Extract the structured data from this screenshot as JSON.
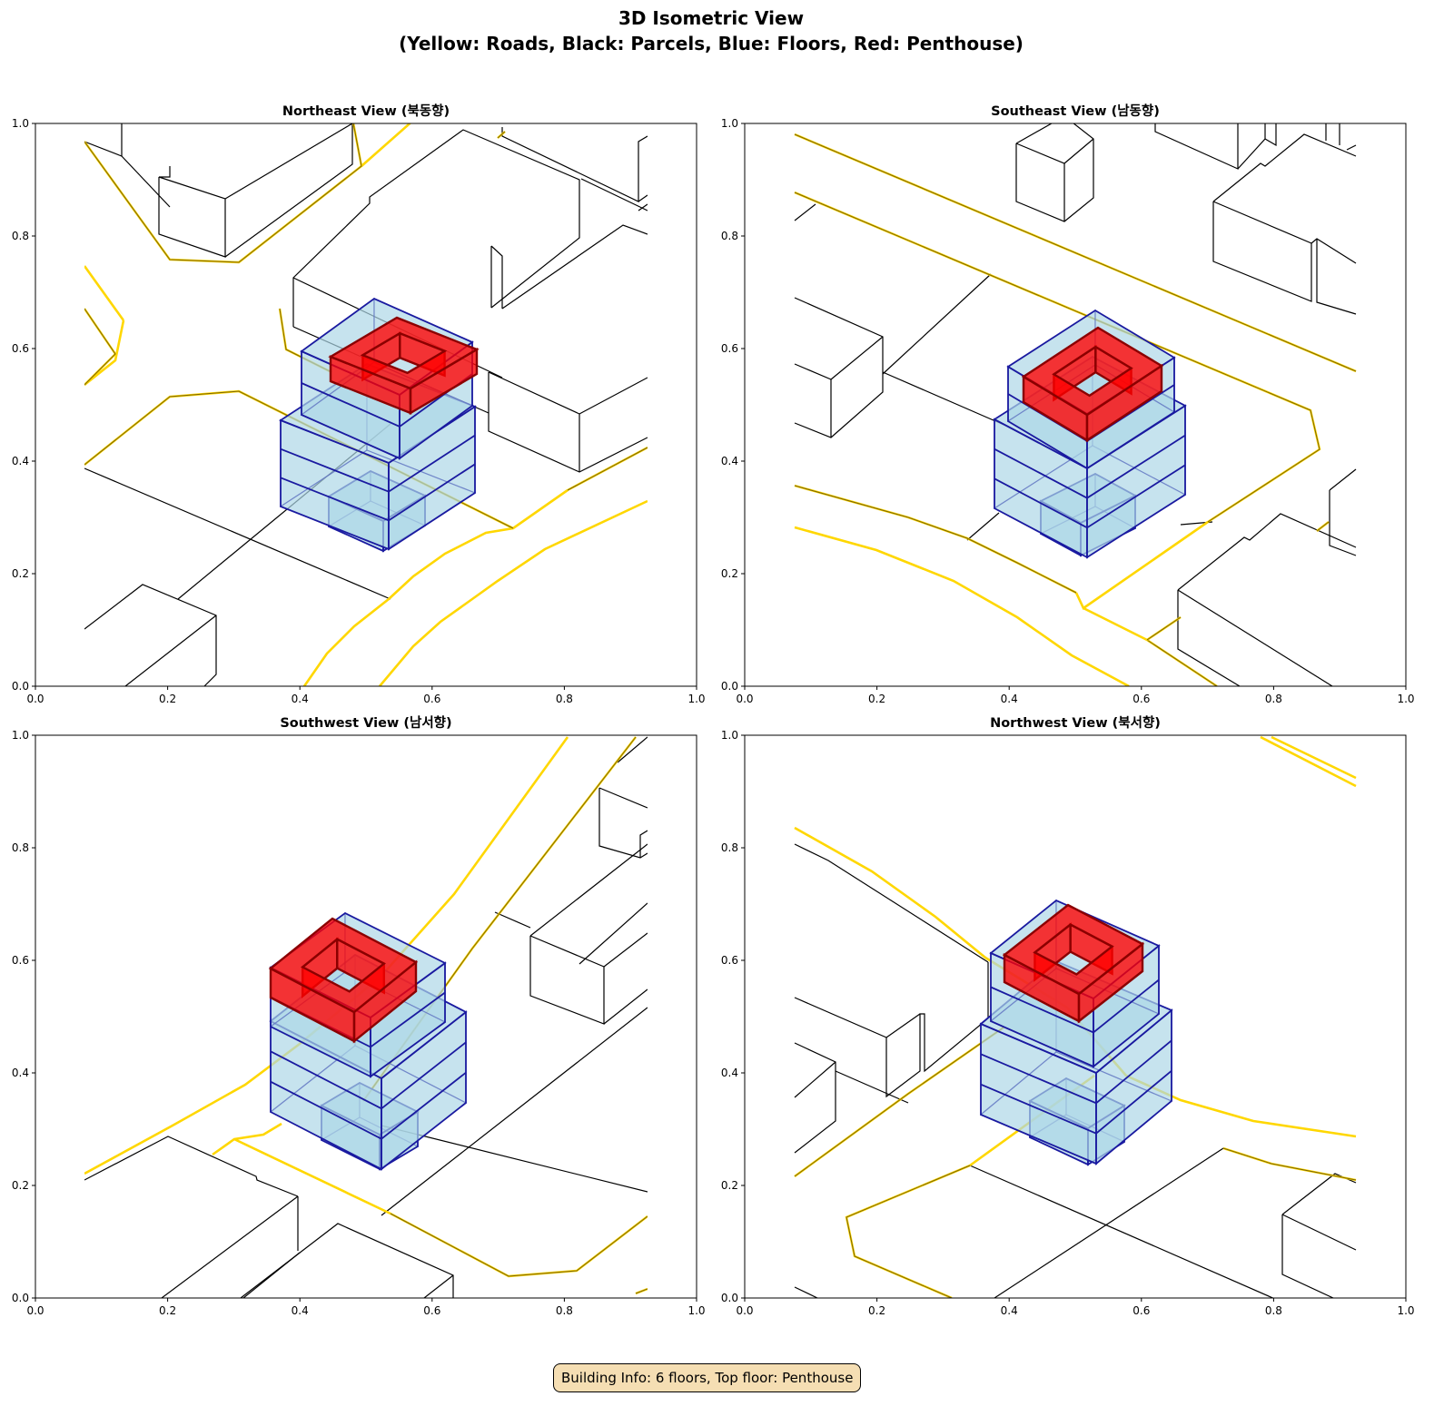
{
  "chart_data": {
    "type": "3d-isometric-views",
    "title_line1": "3D Isometric View",
    "title_line2": "(Yellow: Roads, Black: Parcels, Blue: Floors, Red: Penthouse)",
    "legend": {
      "roads": "Yellow",
      "parcels": "Black",
      "floors": "Blue",
      "penthouse": "Red"
    },
    "colors": {
      "road": "#ffd700",
      "road_edge": "#7a6400",
      "parcel": "#000000",
      "floor_fill": "#add8e6",
      "floor_edge": "#1a1aa0",
      "penthouse_fill": "#ff0000",
      "penthouse_edge": "#8b0000"
    },
    "panels": [
      {
        "title": "Northeast View (북동향)",
        "xlim": [
          0,
          1
        ],
        "ylim": [
          0,
          1
        ]
      },
      {
        "title": "Southeast View (남동향)",
        "xlim": [
          0,
          1
        ],
        "ylim": [
          0,
          1
        ]
      },
      {
        "title": "Southwest View (남서향)",
        "xlim": [
          0,
          1
        ],
        "ylim": [
          0,
          1
        ]
      },
      {
        "title": "Northwest View (북서향)",
        "xlim": [
          0,
          1
        ],
        "ylim": [
          0,
          1
        ]
      }
    ],
    "xticks": [
      "0.0",
      "0.2",
      "0.4",
      "0.6",
      "0.8",
      "1.0"
    ],
    "yticks": [
      "0.0",
      "0.2",
      "0.4",
      "0.6",
      "0.8",
      "1.0"
    ],
    "building": {
      "floors": 6,
      "top_floor": "Penthouse"
    }
  },
  "info_box": "Building Info: 6 floors, Top floor: Penthouse"
}
